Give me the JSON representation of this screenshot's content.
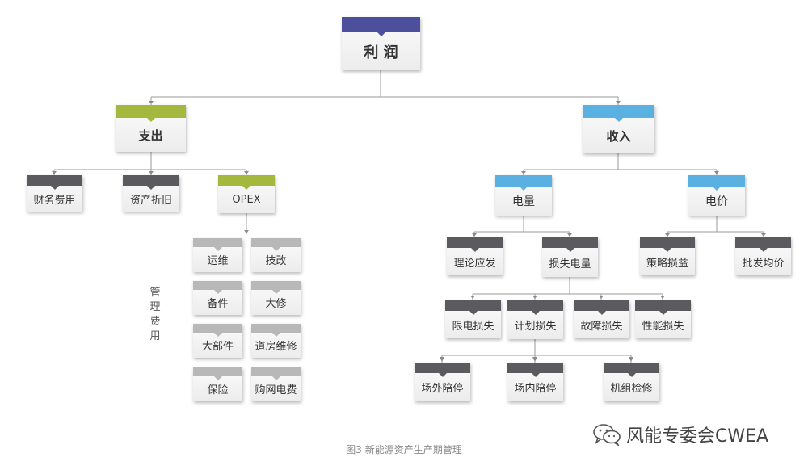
{
  "colors": {
    "navy": "#4b4f9c",
    "green": "#a3b83c",
    "blue": "#5ab0e0",
    "gray": "#5b5b5f",
    "lightgray": "#b8b8b8",
    "line": "#9a9a9a"
  },
  "nodes": {
    "profit": "利 润",
    "expense": "支出",
    "income": "收入",
    "finance_cost": "财务费用",
    "depreciation": "资产折旧",
    "opex": "OPEX",
    "ops_maint": "运维",
    "tech_upgrade": "技改",
    "spare_parts": "备件",
    "overhaul": "大修",
    "major_parts": "大部件",
    "road_housing_repair": "道房维修",
    "insurance": "保险",
    "grid_power_fee": "购网电费",
    "energy": "电量",
    "price": "电价",
    "theoretical_generation": "理论应发",
    "lost_energy": "损失电量",
    "strategy_gain": "策略损益",
    "approved_price": "批发均价",
    "curtailment_loss": "限电损失",
    "planned_loss": "计划损失",
    "fault_loss": "故障损失",
    "performance_loss": "性能损失",
    "external_outage": "场外陪停",
    "internal_outage": "场内陪停",
    "unit_maintenance": "机组检修"
  },
  "side_label": "管理费用",
  "caption": "图3 新能源资产生产期管理",
  "watermark": {
    "text": "风能专委会CWEA",
    "icon": "wechat-icon"
  }
}
